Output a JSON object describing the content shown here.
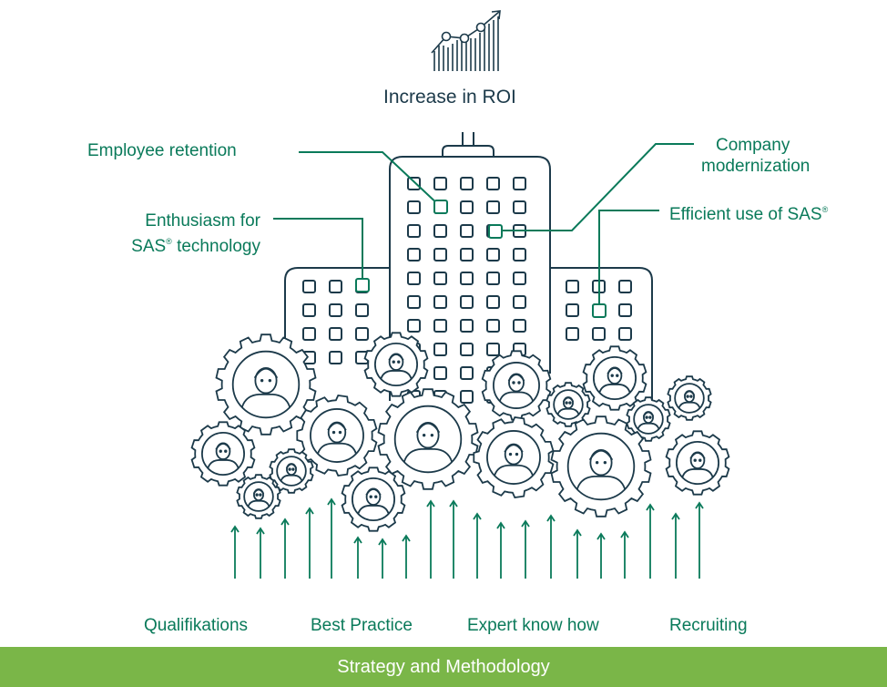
{
  "header": {
    "title": "Increase in ROI",
    "icon": "growth-chart-icon"
  },
  "callouts": {
    "employee_retention": "Employee retention",
    "company_modernization_line1": "Company",
    "company_modernization_line2": "modernization",
    "enthusiasm_line1": "Enthusiasm for",
    "enthusiasm_line2_prefix": "SAS",
    "enthusiasm_line2_suffix": " technology",
    "efficient_use_prefix": "Efficient use of SAS",
    "registered_mark": "®"
  },
  "pillars": [
    "Qualifikations",
    "Best Practice",
    "Expert know how",
    "Recruiting"
  ],
  "footer": {
    "label": "Strategy and Methodology"
  },
  "colors": {
    "accent": "#0a7a5a",
    "line": "#1c3a4a",
    "footer_bg": "#7ab648",
    "footer_text": "#ffffff"
  }
}
